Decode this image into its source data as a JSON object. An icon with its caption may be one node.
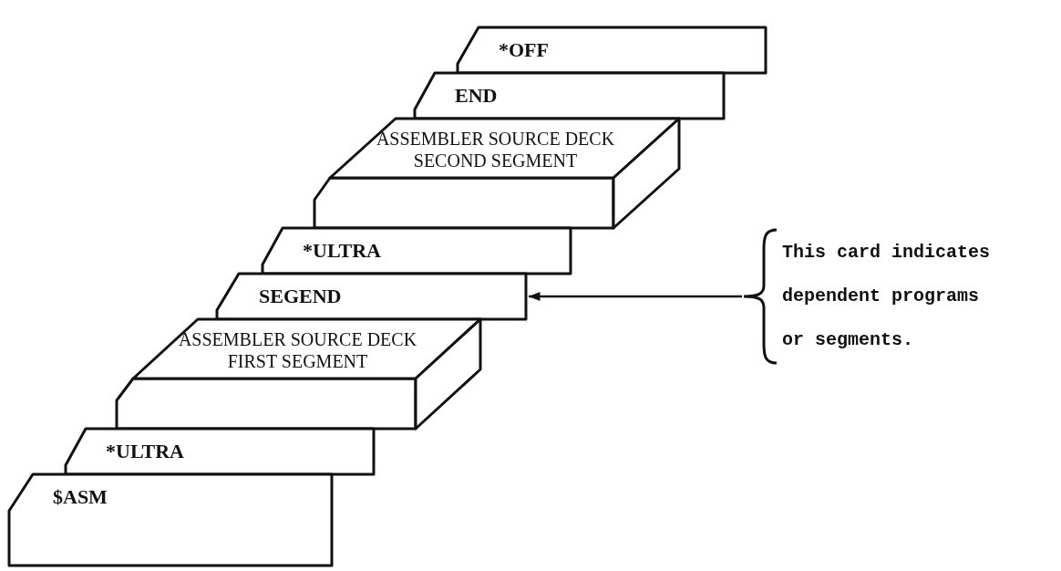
{
  "diagram": {
    "nodes": [
      {
        "text": [
          "$ASM"
        ]
      },
      {
        "text": [
          "*ULTRA"
        ]
      },
      {
        "text": [
          "ASSEMBLER SOURCE DECK FIRST SEGMENT"
        ]
      },
      {
        "text": [
          "SEGEND"
        ]
      },
      {
        "text": [
          "*ULTRA"
        ]
      },
      {
        "text": [
          "ASSEMBLER SOURCE DECK SECOND SEGMENT"
        ]
      },
      {
        "text": [
          "END"
        ]
      },
      {
        "text": [
          "*OFF"
        ]
      },
      {
        "text": [
          "This card indicates dependent programs or segments."
        ]
      }
    ],
    "edges": [
      {
        "from": 8,
        "to": 3,
        "arrow": "to"
      }
    ]
  }
}
